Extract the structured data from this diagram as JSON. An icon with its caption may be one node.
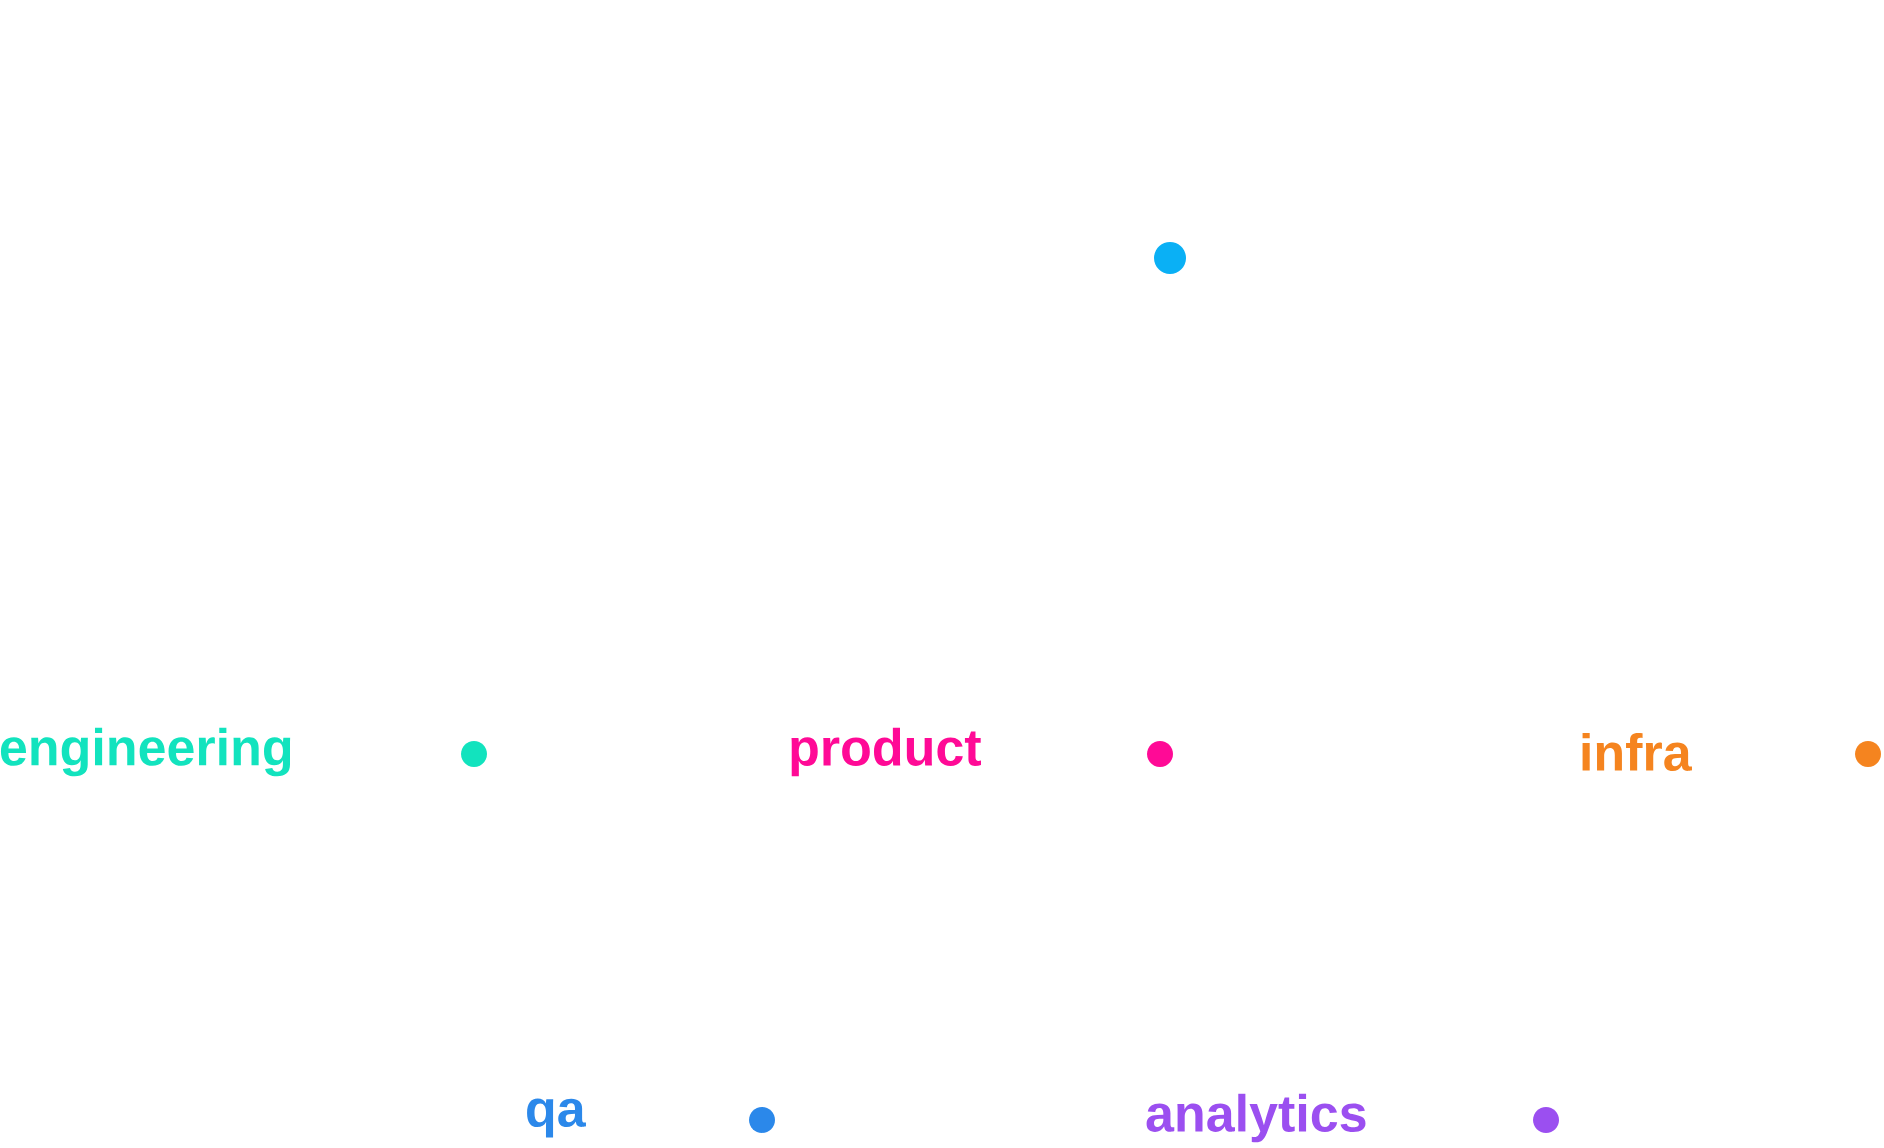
{
  "diagram": {
    "nodes": [
      {
        "text": [],
        "shape": "circle"
      },
      {
        "text": [],
        "shape": "circle"
      },
      {
        "text": [],
        "shape": "circle"
      },
      {
        "text": [],
        "shape": "circle"
      },
      {
        "text": [],
        "shape": "circle"
      },
      {
        "text": [],
        "shape": "circle"
      }
    ],
    "labels": [
      "engineering",
      "product",
      "infra",
      "qa",
      "analytics"
    ]
  }
}
